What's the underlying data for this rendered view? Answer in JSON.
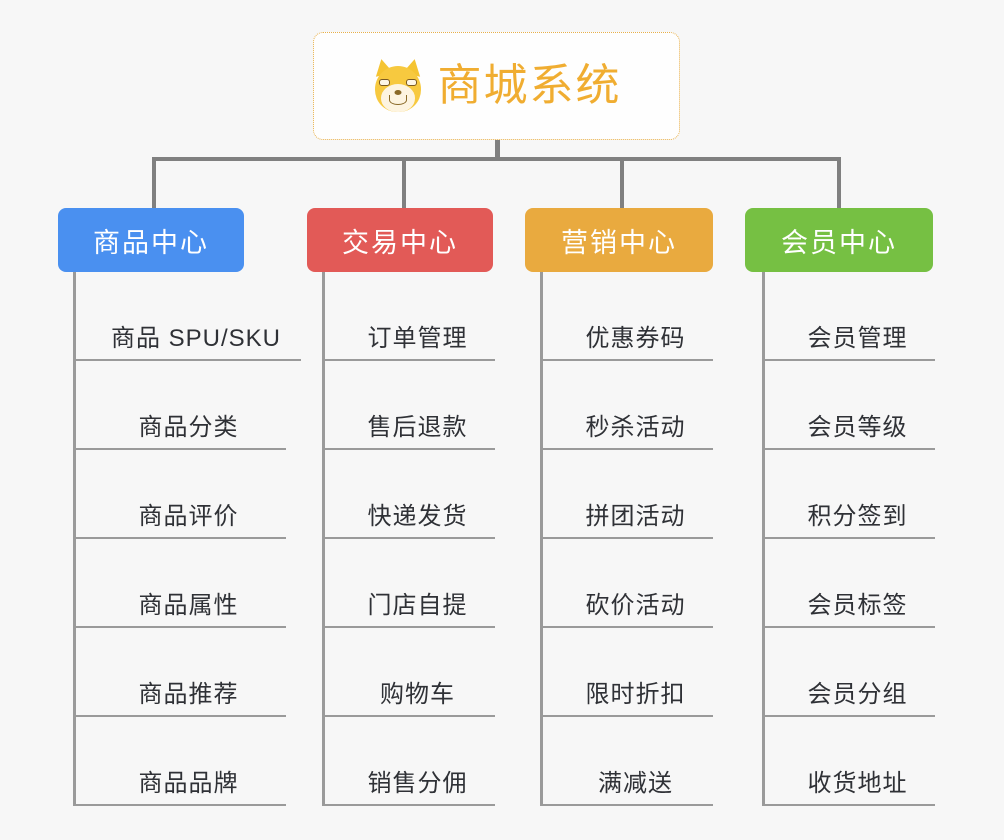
{
  "root": {
    "title": "商城系统",
    "icon": "shiba-dog-face-icon",
    "title_color": "#f0ad31",
    "border_color": "#e8b04a",
    "background": "#fefefe"
  },
  "canvas": {
    "background": "#f7f7f7",
    "connector_color": "#808080"
  },
  "branches": [
    {
      "label": "商品中心",
      "color": "#4a90f0",
      "items": [
        "商品 SPU/SKU",
        "商品分类",
        "商品评价",
        "商品属性",
        "商品推荐",
        "商品品牌"
      ]
    },
    {
      "label": "交易中心",
      "color": "#e25a57",
      "items": [
        "订单管理",
        "售后退款",
        "快递发货",
        "门店自提",
        "购物车",
        "销售分佣"
      ]
    },
    {
      "label": "营销中心",
      "color": "#e9aa3f",
      "items": [
        "优惠券码",
        "秒杀活动",
        "拼团活动",
        "砍价活动",
        "限时折扣",
        "满减送"
      ]
    },
    {
      "label": "会员中心",
      "color": "#76c043",
      "items": [
        "会员管理",
        "会员等级",
        "积分签到",
        "会员标签",
        "会员分组",
        "收货地址"
      ]
    }
  ]
}
